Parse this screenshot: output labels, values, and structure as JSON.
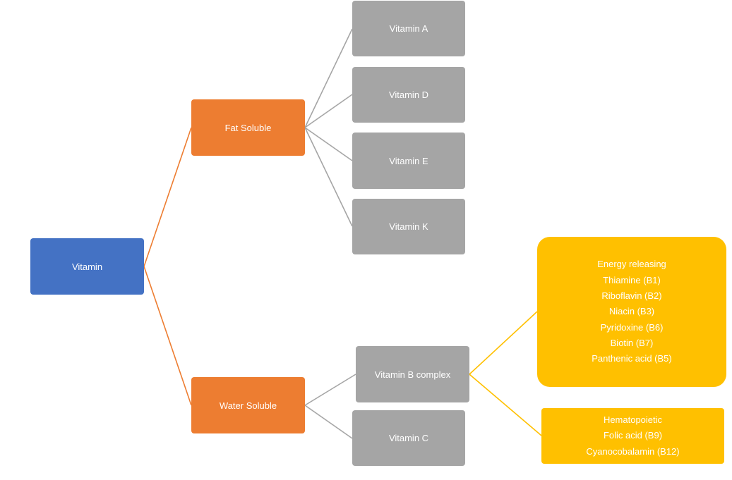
{
  "diagram": {
    "root": {
      "label": "Vitamin",
      "color": "#4472c4"
    },
    "fat_soluble": {
      "label": "Fat Soluble",
      "color": "#ed7d31",
      "children": [
        "Vitamin A",
        "Vitamin D",
        "Vitamin E",
        "Vitamin K"
      ]
    },
    "water_soluble": {
      "label": "Water Soluble",
      "color": "#ed7d31",
      "children": [
        "Vitamin B complex",
        "Vitamin C"
      ]
    },
    "b_complex_groups": {
      "energy_releasing": [
        "Energy releasing",
        "Thiamine (B1)",
        "Riboflavin (B2)",
        "Niacin (B3)",
        "Pyridoxine (B6)",
        "Biotin (B7)",
        "Panthenic acid (B5)"
      ],
      "hematopoietic": [
        "Hematopoietic",
        "Folic acid (B9)",
        "Cyanocobalamin (B12)"
      ]
    },
    "colors": {
      "leaf": "#a5a5a5",
      "group": "#ffc000",
      "gray_connector": "#a5a5a5",
      "orange_connector": "#ed7d31",
      "gold_connector": "#ffc000"
    }
  }
}
